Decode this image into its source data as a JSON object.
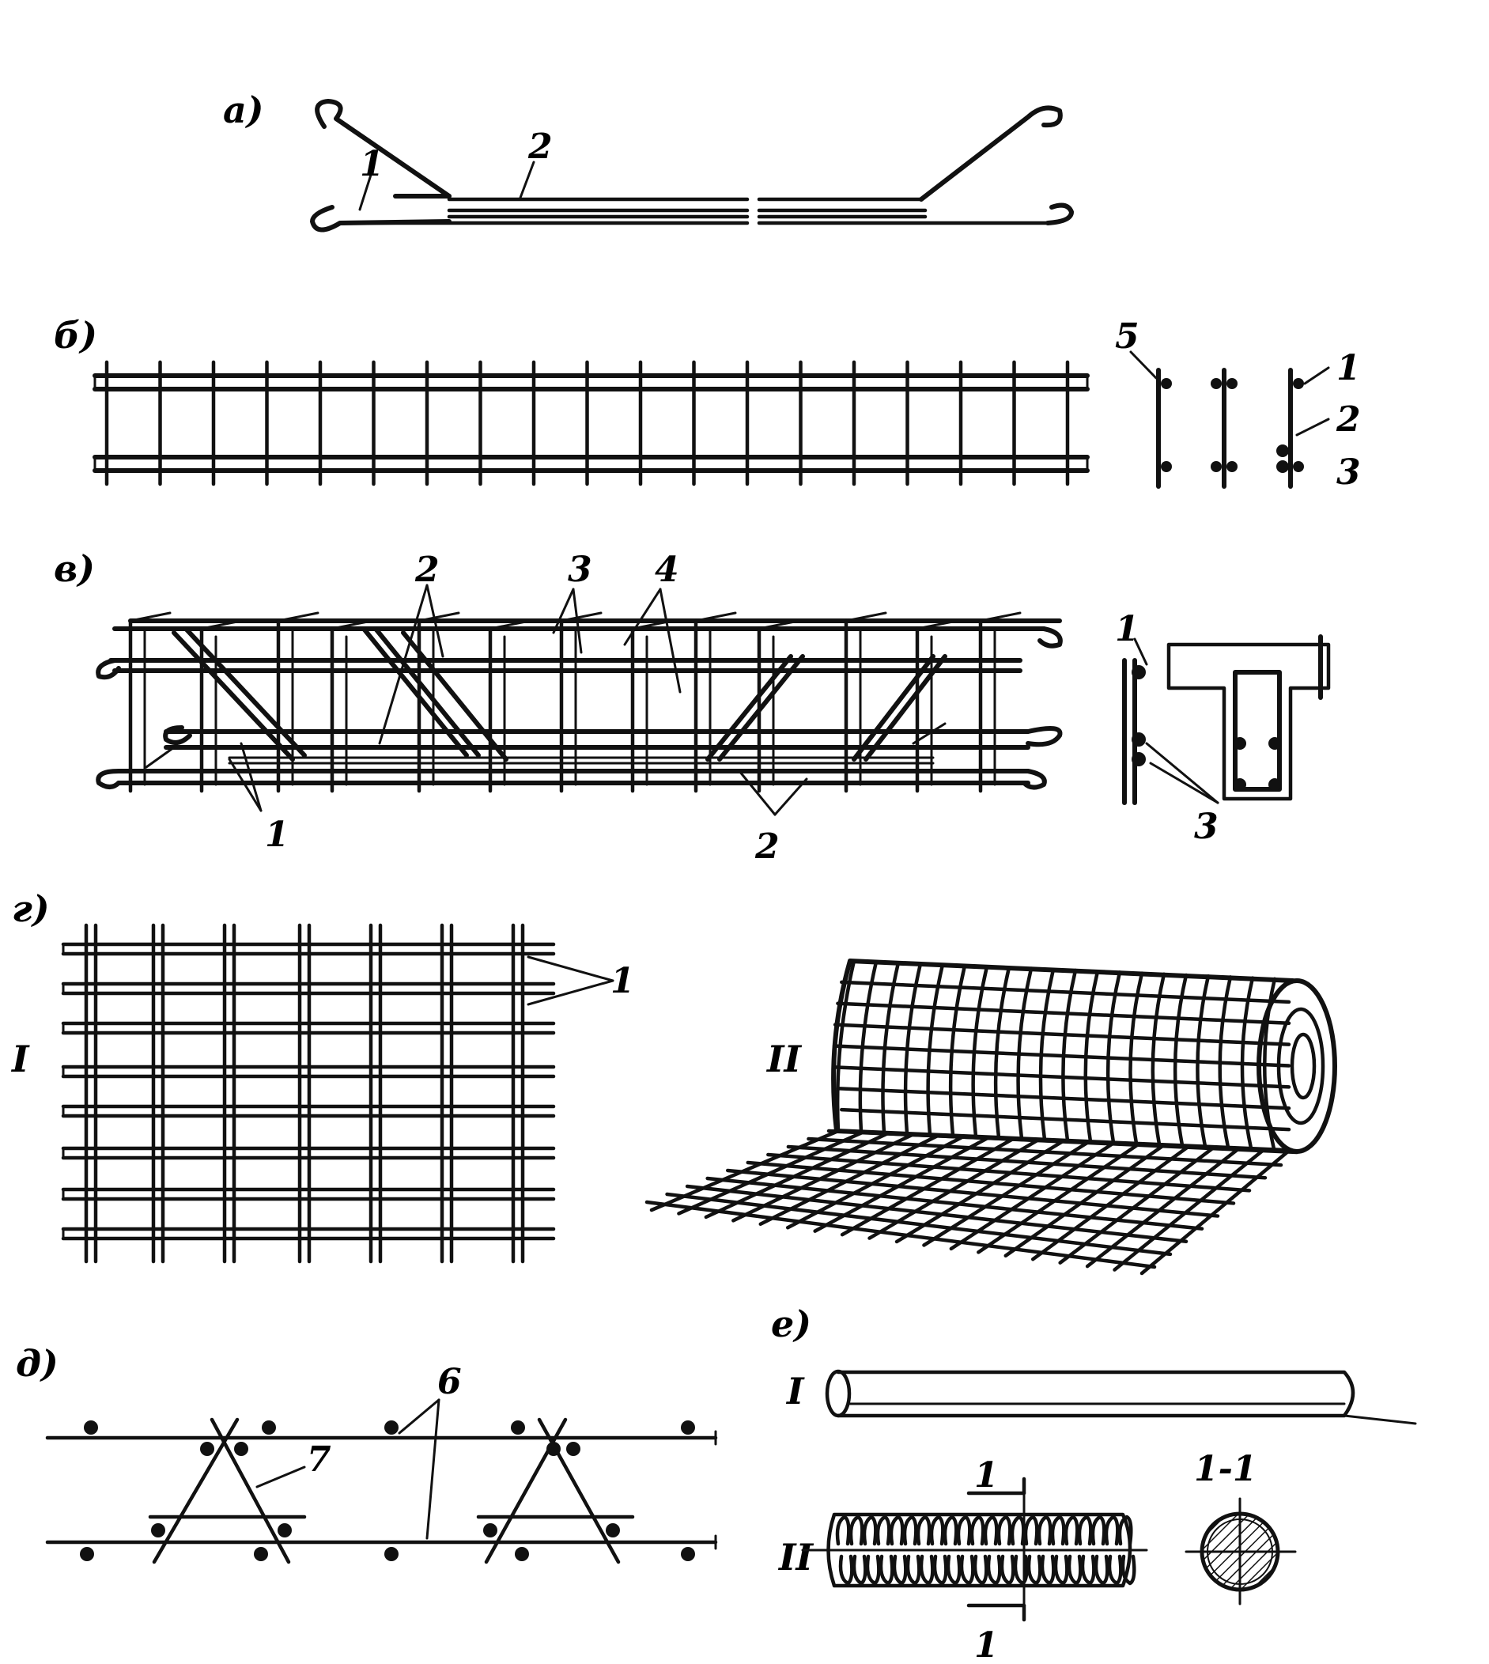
{
  "panels": {
    "a": {
      "letter": "а)",
      "callouts": [
        "1",
        "2"
      ]
    },
    "b": {
      "letter": "б)",
      "callouts": [
        "5",
        "1",
        "2",
        "3"
      ]
    },
    "v": {
      "letter": "в)",
      "callouts_top": [
        "2",
        "3",
        "4"
      ],
      "callouts_bottom": [
        "1",
        "2"
      ],
      "callouts_section": [
        "1",
        "3"
      ]
    },
    "g": {
      "letter": "г)",
      "sub_i": "I",
      "sub_ii": "II",
      "callouts": [
        "1"
      ]
    },
    "d": {
      "letter": "д)",
      "callouts": [
        "6",
        "7"
      ]
    },
    "e": {
      "letter": "е)",
      "sub_i": "I",
      "sub_ii": "II",
      "section_mark": "1",
      "section_title": "1-1"
    }
  }
}
